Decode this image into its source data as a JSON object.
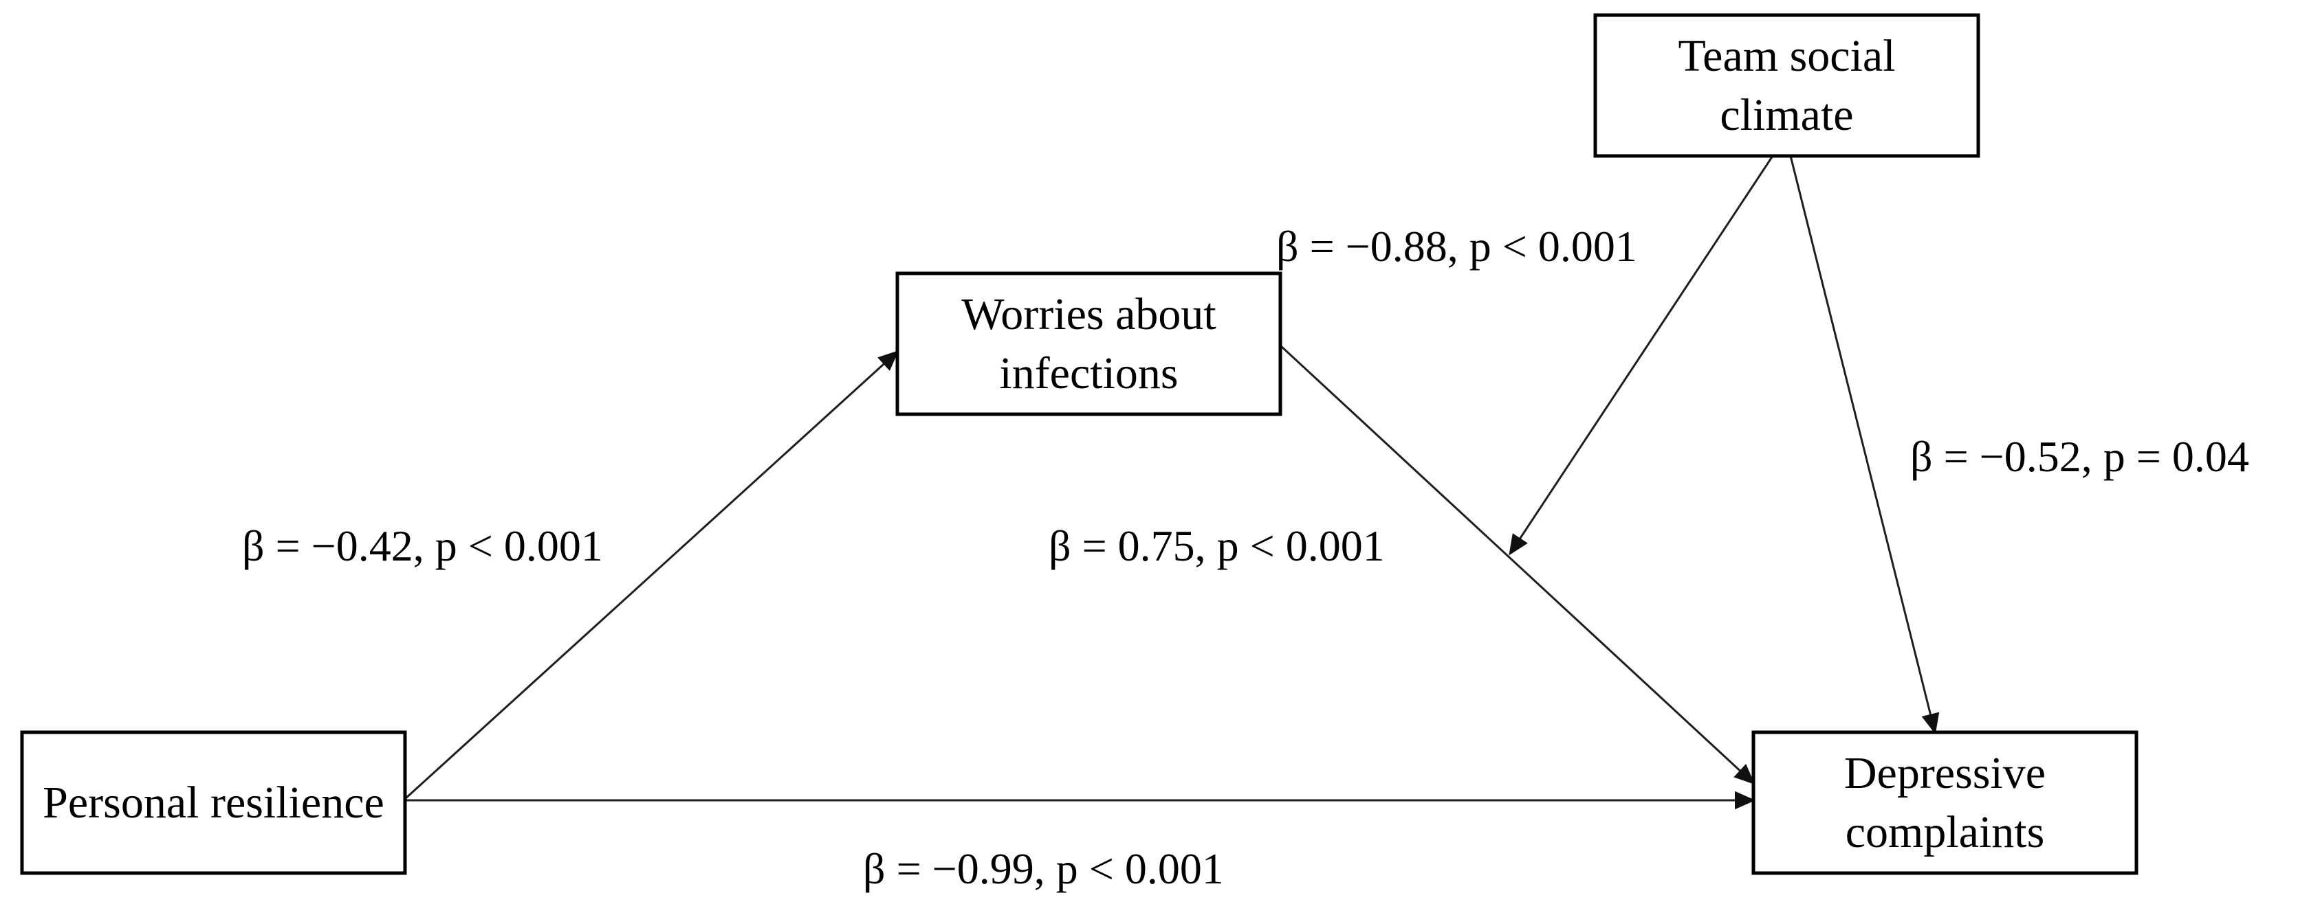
{
  "figure": {
    "type": "path-model-diagram",
    "description_visible": false
  },
  "colors": {
    "background": "#ffffff",
    "box_border": "#000000",
    "box_fill": "#ffffff",
    "line": "#1f1f1f",
    "arrowhead": "#111111",
    "text": "#000000"
  },
  "nodes": {
    "team_social_climate": {
      "label": "Team social climate"
    },
    "worries_about_infections": {
      "label": "Worries about infections"
    },
    "personal_resilience": {
      "label": "Personal resilience"
    },
    "depressive_complaints": {
      "label": "Depressive complaints"
    }
  },
  "edges": {
    "pr_to_worries": {
      "from": "Personal resilience",
      "to": "Worries about infections",
      "label": "β = −0.42, p < 0.001",
      "beta": "−0.42",
      "p": "< 0.001"
    },
    "worries_to_depressive": {
      "from": "Worries about infections",
      "to": "Depressive complaints",
      "label": "β = 0.75, p < 0.001",
      "beta": "0.75",
      "p": "< 0.001"
    },
    "pr_to_depressive": {
      "from": "Personal resilience",
      "to": "Depressive complaints",
      "label": "β = −0.99, p < 0.001",
      "beta": "−0.99",
      "p": "< 0.001"
    },
    "team_to_mediation_path": {
      "from": "Team social climate",
      "to": "path: Worries about infections → Depressive complaints",
      "label": "β = −0.88, p < 0.001",
      "beta": "−0.88",
      "p": "< 0.001"
    },
    "team_to_depressive": {
      "from": "Team social climate",
      "to": "Depressive complaints",
      "label": "β = −0.52, p = 0.04",
      "beta": "−0.52",
      "p": "= 0.04"
    }
  }
}
